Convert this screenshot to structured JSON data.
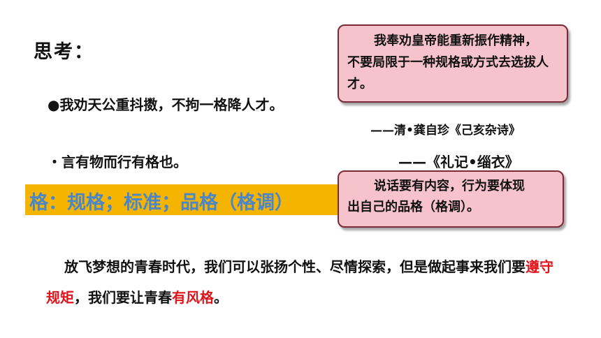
{
  "title": "思考：",
  "quotes": [
    {
      "text": "●我劝天公重抖擞，不拘一格降人才。",
      "source": "——清•龚自珍《己亥杂诗》"
    },
    {
      "text": "・言有物而行有格也。",
      "source": "——《礼记•缁衣》"
    }
  ],
  "definition": "格：规格；标准；品格（格调）",
  "callouts": [
    {
      "line1": "我奉劝皇帝能重新振作精神，",
      "rest": "不要局限于一种规格或方式去选拔人才。"
    },
    {
      "line1": "说话要有内容，行为要体现",
      "rest": "出自己的品格（格调）。"
    }
  ],
  "paragraph": {
    "part1": "放飞梦想的青春时代，我们可以张扬个性、尽情探索，但是做起事来我们要",
    "highlight1": "遵守规矩",
    "part2": "，我们要让青春",
    "highlight2": "有风格",
    "part3": "。"
  },
  "colors": {
    "highlight_bar": "#f4b400",
    "definition_text": "#4a86c8",
    "callout_fill": "#f6c3cc",
    "callout_border": "#7a2a36",
    "emphasis_red": "#e0141c"
  }
}
